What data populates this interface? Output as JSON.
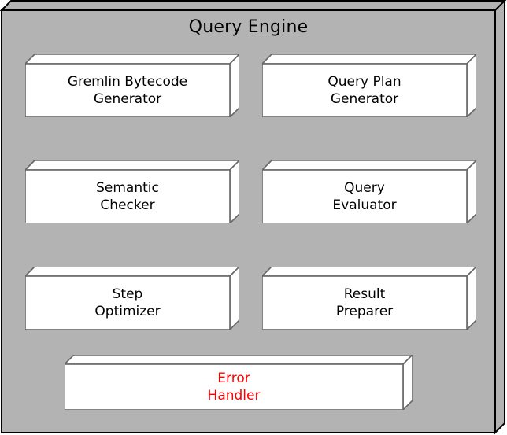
{
  "diagram": {
    "title": "Query Engine",
    "modules": [
      {
        "id": "gremlin-bytecode-generator",
        "label": "Gremlin Bytecode\nGenerator",
        "emphasis": "normal"
      },
      {
        "id": "query-plan-generator",
        "label": "Query Plan\nGenerator",
        "emphasis": "normal"
      },
      {
        "id": "semantic-checker",
        "label": "Semantic\nChecker",
        "emphasis": "normal"
      },
      {
        "id": "query-evaluator",
        "label": "Query\nEvaluator",
        "emphasis": "normal"
      },
      {
        "id": "step-optimizer",
        "label": "Step\nOptimizer",
        "emphasis": "normal"
      },
      {
        "id": "result-preparer",
        "label": "Result\nPreparer",
        "emphasis": "normal"
      },
      {
        "id": "error-handler",
        "label": "Error\nHandler",
        "emphasis": "error"
      }
    ],
    "colors": {
      "container_fill": "#b3b3b3",
      "container_stroke": "#000000",
      "module_fill": "#ffffff",
      "module_stroke": "#666666",
      "text_color": "#000000",
      "error_text_color": "#ff0000",
      "page_bg": "#ffffff"
    }
  }
}
